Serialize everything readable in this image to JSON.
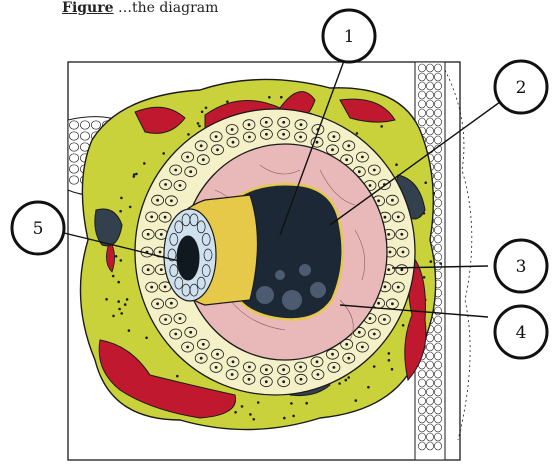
{
  "caption": {
    "underlined_fragment": "Figure",
    "fragment": "…the diagram"
  },
  "callouts": [
    {
      "id": "1",
      "label": "1"
    },
    {
      "id": "2",
      "label": "2"
    },
    {
      "id": "3",
      "label": "3"
    },
    {
      "id": "4",
      "label": "4"
    },
    {
      "id": "5",
      "label": "5"
    }
  ],
  "colors": {
    "theca_green": "#c9d23a",
    "blood_red": "#c0182f",
    "granulosa_cell": "#f4f0c8",
    "zona_pink": "#e9b9ba",
    "oocyte_dark": "#1c2836",
    "nucleus_blue": "#cfe0ee",
    "outline": "#1a1a1a"
  }
}
